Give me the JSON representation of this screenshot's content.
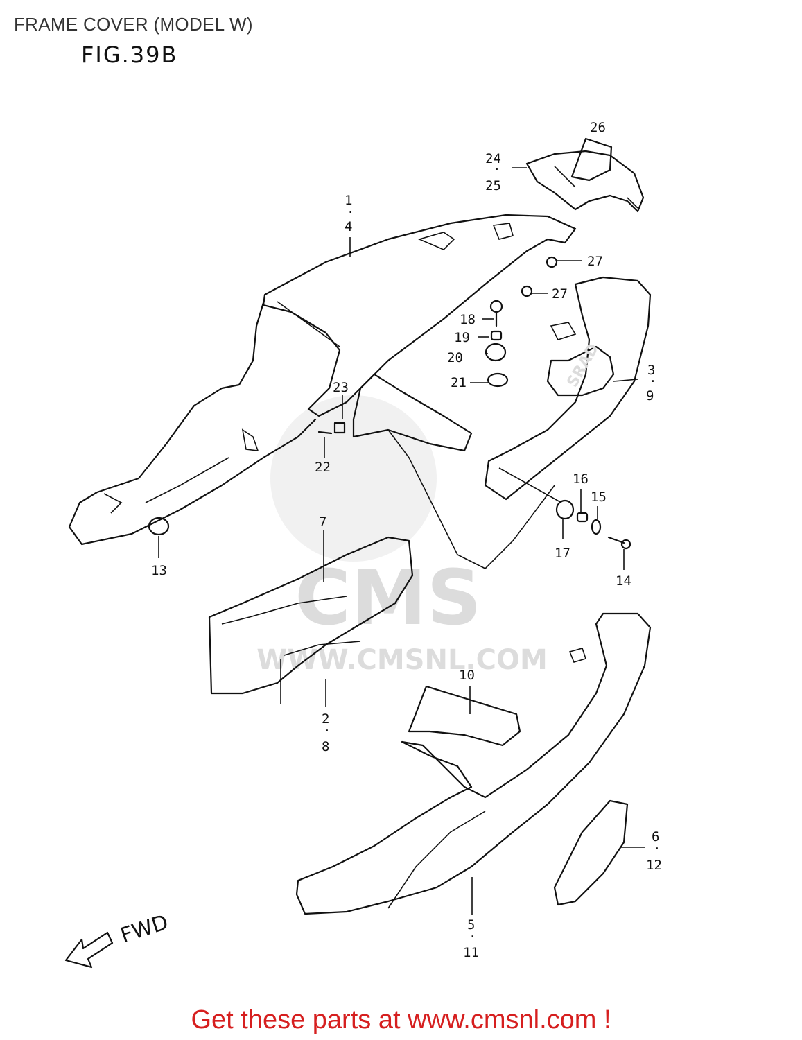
{
  "header": {
    "title": "FRAME COVER (MODEL W)",
    "figure": "FIG.39B"
  },
  "watermark": {
    "brand": "CMS",
    "url": "WWW.CMSNL.COM"
  },
  "fwd_label": "FWD",
  "callouts": {
    "c1": "1",
    "c4": "4",
    "c2": "2",
    "c8": "8",
    "c3": "3",
    "c9": "9",
    "c5": "5",
    "c11": "11",
    "c6": "6",
    "c12": "12",
    "c7": "7",
    "c10": "10",
    "c13": "13",
    "c14": "14",
    "c15": "15",
    "c16": "16",
    "c17": "17",
    "c18": "18",
    "c19": "19",
    "c20": "20",
    "c21": "21",
    "c22": "22",
    "c23": "23",
    "c24": "24",
    "c25": "25",
    "c26": "26",
    "c27a": "27",
    "c27b": "27"
  },
  "footer": {
    "text": "Get these parts at www.cmsnl.com !",
    "color": "#d61f1f"
  }
}
